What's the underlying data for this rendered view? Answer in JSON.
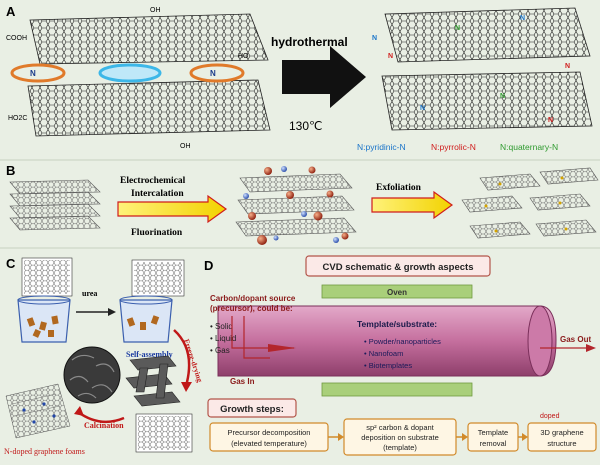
{
  "panels": {
    "a": "A",
    "b": "B",
    "c": "C",
    "d": "D"
  },
  "panel_a": {
    "arrow_top": "hydrothermal",
    "arrow_bottom": "130℃",
    "groups": {
      "cooh": "COOH",
      "ho": "HO",
      "oh": "OH",
      "ho2c": "HO2C"
    },
    "legend": {
      "pyridinic": "N:pyridinic-N",
      "pyrrolic": "N:pyrrolic-N",
      "quaternary": "N:quaternary-N"
    },
    "atom_n": "N",
    "colors": {
      "pyridinic": "#1a74c9",
      "pyrrolic": "#d01c1c",
      "quaternary": "#2e9a2e"
    }
  },
  "panel_b": {
    "step1_top": "Electrochemical",
    "step1_mid": "Intercalation",
    "step1_bottom": "Fluorination",
    "step2": "Exfoliation"
  },
  "panel_c": {
    "urea": "urea",
    "self_assembly": "Self-assembly",
    "freeze_drying": "Freeze-drying",
    "calcination": "Calcination",
    "foam_label": "N-doped graphene foams"
  },
  "panel_d": {
    "title": "CVD schematic & growth aspects",
    "oven": "Oven",
    "source_title": "Carbon/dopant source (precursor), could be:",
    "source_items": [
      "Solid",
      "Liquid",
      "Gas"
    ],
    "template_title": "Template/substrate:",
    "template_items": [
      "Powder/nanoparticles",
      "Nanofoam",
      "Biotemplates"
    ],
    "gas_in": "Gas In",
    "gas_out": "Gas Out",
    "growth_title": "Growth steps:",
    "steps": [
      "Precursor decomposition (elevated temperature)",
      "sp² carbon & dopant deposition on substrate (template)",
      "Template removal",
      "3D graphene structure"
    ],
    "doped": "doped"
  }
}
